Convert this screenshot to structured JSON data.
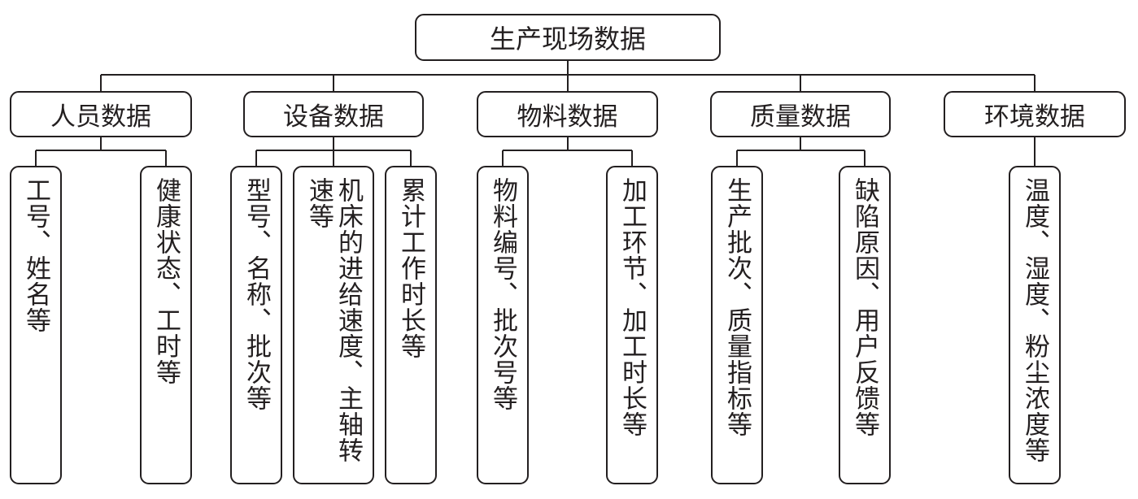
{
  "root": "生产现场数据",
  "categories": [
    {
      "label": "人员数据",
      "items": [
        "工号、姓名等",
        "健康状态、工时等"
      ]
    },
    {
      "label": "设备数据",
      "items": [
        "型号、名称、批次等",
        "机床的进给速度、主轴转速等",
        "累计工作时长等"
      ]
    },
    {
      "label": "物料数据",
      "items": [
        "物料编号、批次号等",
        "加工环节、加工时长等"
      ]
    },
    {
      "label": "质量数据",
      "items": [
        "生产批次、质量指标等",
        "缺陷原因、用户反馈等"
      ]
    },
    {
      "label": "环境数据",
      "items": [
        "温度、湿度、粉尘浓度等"
      ]
    }
  ]
}
